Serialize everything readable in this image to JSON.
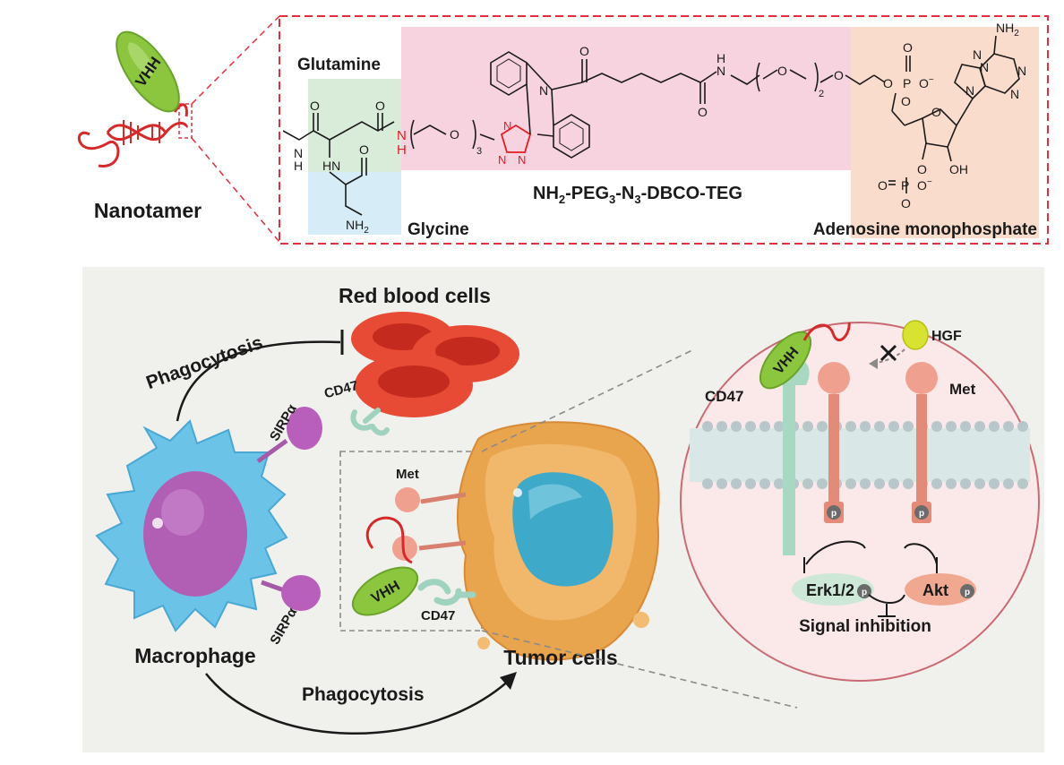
{
  "top_panel": {
    "nanotamer_label": "Nanotamer",
    "vhh_label": "VHH",
    "glutamine_label": "Glutamine",
    "glycine_label": "Glycine",
    "linker_label_main": "NH",
    "linker_label_sub1": "2",
    "linker_label_mid1": "-PEG",
    "linker_label_sub2": "3",
    "linker_label_mid2": "-N",
    "linker_label_sub3": "3",
    "linker_label_end": "-DBCO-TEG",
    "amp_label": "Adenosine monophosphate",
    "chem": {
      "o": "O",
      "n": "N",
      "h": "H",
      "nh": "NH",
      "hn": "HN",
      "nh2": "NH",
      "nh2_sub": "2",
      "sub3": "3",
      "sub2": "2",
      "p": "P",
      "o_minus": "O",
      "minus": "−",
      "oh": "OH",
      "amp_nh2": "NH"
    }
  },
  "bottom_panel": {
    "rbc_label": "Red blood cells",
    "phago_top": "Phagocytosis",
    "phago_bottom": "Phagocytosis",
    "macrophage_label": "Macrophage",
    "tumor_label": "Tumor cells",
    "sirpa_top": "SIRPα",
    "sirpa_bottom": "SIRPα",
    "cd47_rbc": "CD47",
    "cd47_tumor": "CD47",
    "met_tumor": "Met",
    "vhh_tumor": "VHH",
    "zoom": {
      "cd47": "CD47",
      "met": "Met",
      "hgf": "HGF",
      "vhh": "VHH",
      "p": "p",
      "erk": "Erk1/2",
      "akt": "Akt",
      "signal": "Signal inhibition"
    }
  },
  "colors": {
    "frame_red": "#e0303a",
    "glutamine_bg": "#d9ecd9",
    "glycine_bg": "#d6ecf7",
    "linker_bg": "#f7d3e0",
    "amp_bg": "#f9dccc",
    "panel_bg": "#f0f1ec",
    "vhh_green": "#8cc63f",
    "macrophage": "#6cc3e8",
    "nucleus_purple": "#b15fb5",
    "rbc_red": "#e84b35",
    "tumor_orange": "#e9a44e",
    "tumor_nucleus": "#3ea9c9",
    "zoom_bg": "#fbe9ea"
  }
}
